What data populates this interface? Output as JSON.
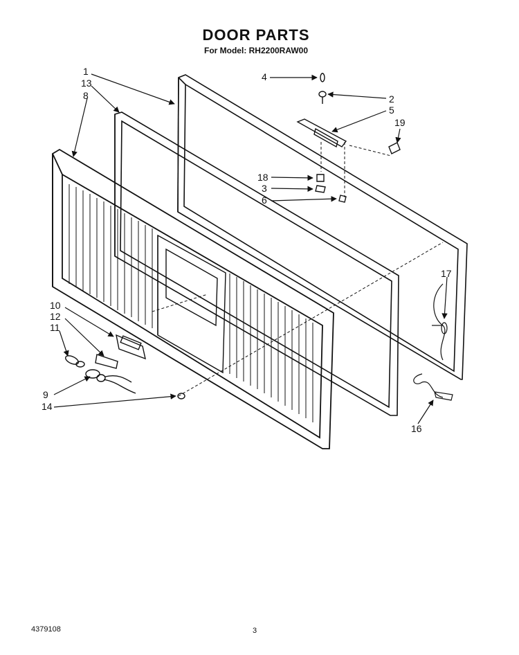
{
  "header": {
    "title": "DOOR PARTS",
    "subtitle": "For Model: RH2200RAW00"
  },
  "footer": {
    "doc_number": "4379108",
    "page_number": "3"
  },
  "callouts": [
    "1",
    "13",
    "8",
    "4",
    "2",
    "5",
    "19",
    "18",
    "3",
    "6",
    "17",
    "10",
    "12",
    "11",
    "9",
    "14",
    "16"
  ]
}
